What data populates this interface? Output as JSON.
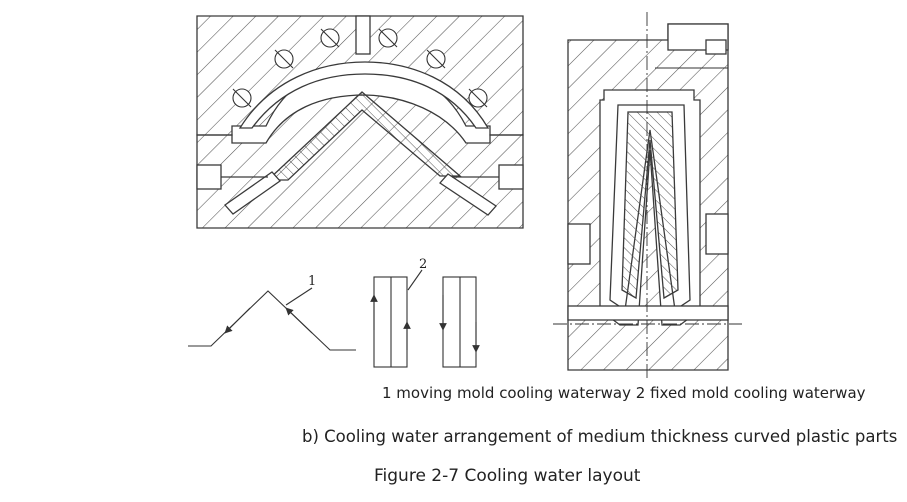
{
  "diagram": {
    "labels": {
      "label_1": "1",
      "label_2": "2"
    }
  },
  "captions": {
    "legend": "1 moving mold cooling waterway 2 fixed mold cooling waterway",
    "subfigure": "b) Cooling water arrangement of medium thickness curved plastic parts",
    "figure": "Figure 2-7 Cooling water layout"
  },
  "colors": {
    "line": "#3a3a3a",
    "background": "#ffffff"
  }
}
